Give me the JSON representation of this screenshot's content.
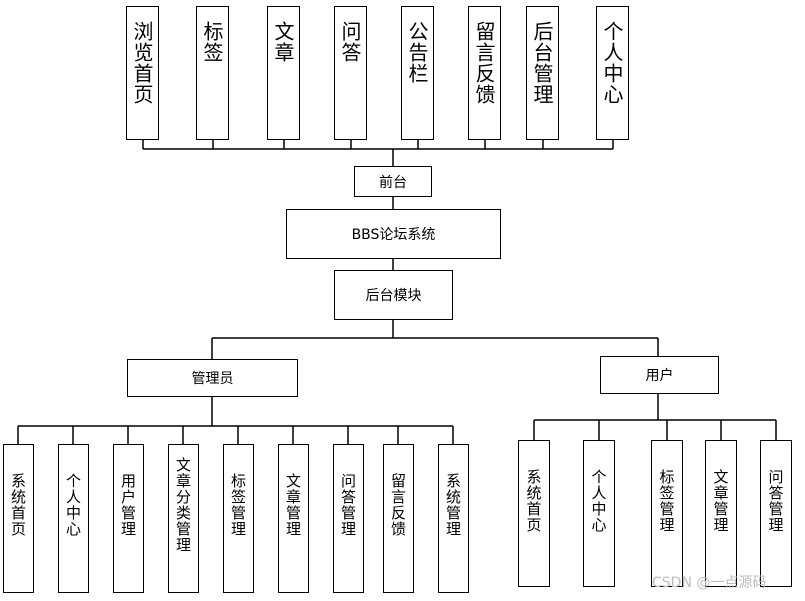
{
  "frontend": {
    "label": "前台",
    "items": [
      "浏览首页",
      "标签",
      "文章",
      "问答",
      "公告栏",
      "留言反馈",
      "后台管理",
      "个人中心"
    ]
  },
  "system": {
    "label": "BBS论坛系统"
  },
  "backend": {
    "label": "后台模块"
  },
  "admin": {
    "label": "管理员",
    "items": [
      "系统首页",
      "个人中心",
      "用户管理",
      "文章分类管理",
      "标签管理",
      "文章管理",
      "问答管理",
      "留言反馈",
      "系统管理"
    ]
  },
  "user": {
    "label": "用户",
    "items": [
      "系统首页",
      "个人中心",
      "标签管理",
      "文章管理",
      "问答管理"
    ]
  },
  "watermark": "CSDN @一点源码"
}
